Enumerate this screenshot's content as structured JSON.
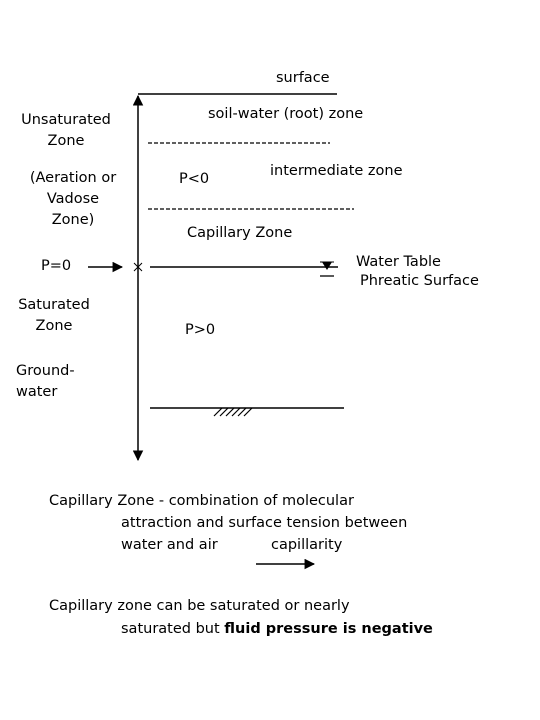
{
  "diagram": {
    "surface": "surface",
    "root_zone": "soil-water (root) zone",
    "intermediate_zone": "intermediate zone",
    "p_negative": "P<0",
    "capillary_zone": "Capillary Zone",
    "water_table": "Water Table",
    "phreatic_surface": "Phreatic Surface",
    "p_positive": "P>0",
    "unsaturated_zone": [
      "Unsaturated",
      "Zone"
    ],
    "aeration_vadose": [
      "(Aeration or",
      "Vadose",
      "Zone)"
    ],
    "p_zero": "P=0",
    "saturated_zone": [
      "Saturated",
      "Zone"
    ],
    "groundwater": [
      "Ground-",
      "water"
    ]
  },
  "notes": {
    "capillary_def": {
      "line1": "Capillary Zone - combination of molecular",
      "line2": "attraction and surface tension between",
      "line3_a": "water and air",
      "line3_b": "capillarity"
    },
    "capillary_sat": {
      "line1": "Capillary zone can be saturated or nearly",
      "line2_a": "saturated but ",
      "line2_b": "fluid pressure is negative"
    }
  }
}
